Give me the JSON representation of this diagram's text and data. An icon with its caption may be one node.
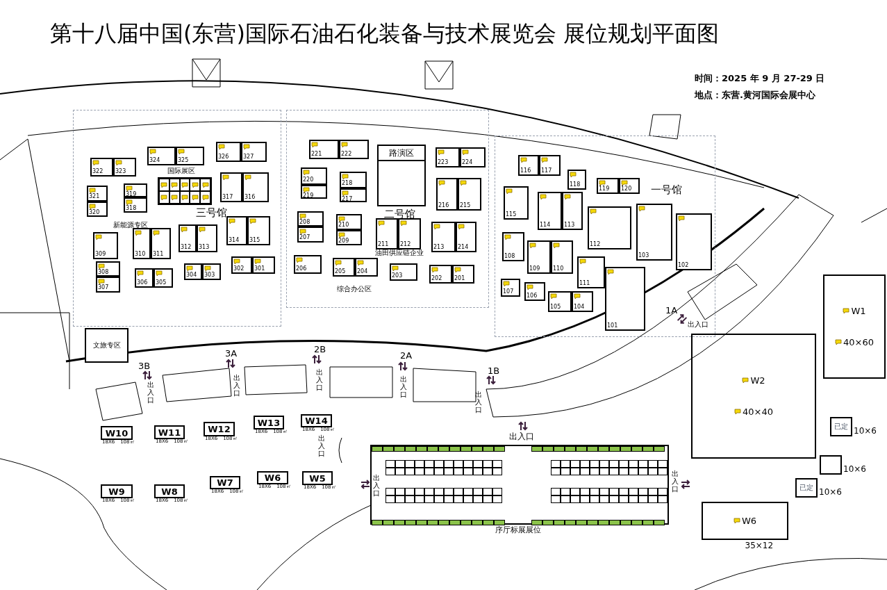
{
  "diagram": {
    "title": "第十八届中国(东营)国际石油石化装备与技术展览会 展位规划平面图",
    "nodes": [
      {
        "text": [
          "三号馆"
        ]
      },
      {
        "text": [
          "国际展区"
        ],
        "in": 0
      },
      {
        "text": [
          "322"
        ],
        "in": 0
      },
      {
        "text": [
          "323"
        ],
        "in": 0
      },
      {
        "text": [
          "324"
        ],
        "in": 0
      },
      {
        "text": [
          "325"
        ],
        "in": 0
      },
      {
        "text": [
          "326"
        ],
        "in": 0
      },
      {
        "text": [
          "327"
        ],
        "in": 0
      },
      {
        "text": [
          "321"
        ],
        "in": 0
      },
      {
        "text": [
          "320"
        ],
        "in": 0
      },
      {
        "text": [
          "319"
        ],
        "in": 0
      },
      {
        "text": [
          "318"
        ],
        "in": 0
      },
      {
        "text": [
          "317"
        ],
        "in": 0
      },
      {
        "text": [
          "316"
        ],
        "in": 0
      },
      {
        "text": [
          "309"
        ],
        "in": 0
      },
      {
        "text": [
          "310"
        ],
        "in": 0
      },
      {
        "text": [
          "311"
        ],
        "in": 0
      },
      {
        "text": [
          "312"
        ],
        "in": 0
      },
      {
        "text": [
          "313"
        ],
        "in": 0
      },
      {
        "text": [
          "314"
        ],
        "in": 0
      },
      {
        "text": [
          "315"
        ],
        "in": 0
      },
      {
        "text": [
          "308"
        ],
        "in": 0
      },
      {
        "text": [
          "307"
        ],
        "in": 0
      },
      {
        "text": [
          "306"
        ],
        "in": 0
      },
      {
        "text": [
          "305"
        ],
        "in": 0
      },
      {
        "text": [
          "304"
        ],
        "in": 0
      },
      {
        "text": [
          "303"
        ],
        "in": 0
      },
      {
        "text": [
          "302"
        ],
        "in": 0
      },
      {
        "text": [
          "301"
        ],
        "in": 0
      },
      {
        "text": [
          "文旅专区"
        ]
      },
      {
        "text": [
          "二号馆"
        ]
      },
      {
        "text": [
          "路演区"
        ],
        "in": 30
      },
      {
        "text": [
          "221"
        ],
        "in": 30
      },
      {
        "text": [
          "222"
        ],
        "in": 30
      },
      {
        "text": [
          "223"
        ],
        "in": 30
      },
      {
        "text": [
          "224"
        ],
        "in": 30
      },
      {
        "text": [
          "220"
        ],
        "in": 30
      },
      {
        "text": [
          "219"
        ],
        "in": 30
      },
      {
        "text": [
          "218"
        ],
        "in": 30
      },
      {
        "text": [
          "217"
        ],
        "in": 30
      },
      {
        "text": [
          "216"
        ],
        "in": 30
      },
      {
        "text": [
          "215"
        ],
        "in": 30
      },
      {
        "text": [
          "208"
        ],
        "in": 30
      },
      {
        "text": [
          "207"
        ],
        "in": 30
      },
      {
        "text": [
          "210"
        ],
        "in": 30
      },
      {
        "text": [
          "209"
        ],
        "in": 30
      },
      {
        "text": [
          "211"
        ],
        "in": 30
      },
      {
        "text": [
          "212"
        ],
        "in": 30
      },
      {
        "text": [
          "213"
        ],
        "in": 30
      },
      {
        "text": [
          "214"
        ],
        "in": 30
      },
      {
        "text": [
          "206"
        ],
        "in": 30
      },
      {
        "text": [
          "205"
        ],
        "in": 30
      },
      {
        "text": [
          "204"
        ],
        "in": 30
      },
      {
        "text": [
          "203"
        ],
        "in": 30
      },
      {
        "text": [
          "202"
        ],
        "in": 30
      },
      {
        "text": [
          "201"
        ],
        "in": 30
      },
      {
        "text": [
          "一号馆"
        ]
      },
      {
        "text": [
          "116"
        ],
        "in": 56
      },
      {
        "text": [
          "117"
        ],
        "in": 56
      },
      {
        "text": [
          "118"
        ],
        "in": 56
      },
      {
        "text": [
          "119"
        ],
        "in": 56
      },
      {
        "text": [
          "120"
        ],
        "in": 56
      },
      {
        "text": [
          "115"
        ],
        "in": 56
      },
      {
        "text": [
          "114"
        ],
        "in": 56
      },
      {
        "text": [
          "113"
        ],
        "in": 56
      },
      {
        "text": [
          "112"
        ],
        "in": 56
      },
      {
        "text": [
          "103"
        ],
        "in": 56
      },
      {
        "text": [
          "102"
        ],
        "in": 56
      },
      {
        "text": [
          "108"
        ],
        "in": 56
      },
      {
        "text": [
          "109"
        ],
        "in": 56
      },
      {
        "text": [
          "110"
        ],
        "in": 56
      },
      {
        "text": [
          "111"
        ],
        "in": 56
      },
      {
        "text": [
          "107"
        ],
        "in": 56
      },
      {
        "text": [
          "106"
        ],
        "in": 56
      },
      {
        "text": [
          "105"
        ],
        "in": 56
      },
      {
        "text": [
          "104"
        ],
        "in": 56
      },
      {
        "text": [
          "101"
        ],
        "in": 56
      },
      {
        "text": [
          "W1",
          "40×60"
        ]
      },
      {
        "text": [
          "W2",
          "40×40"
        ]
      },
      {
        "text": [
          "已定"
        ],
        "beside": [
          "10×6"
        ]
      },
      {
        "text": [],
        "shape": "box",
        "beside": [
          "10×6"
        ]
      },
      {
        "text": [
          "已定"
        ],
        "beside": [
          "10×6"
        ]
      },
      {
        "text": [
          "W6"
        ],
        "beside": [
          "35×12"
        ]
      },
      {
        "text": [
          "W10"
        ],
        "beside": [
          "18X6",
          "108㎡"
        ]
      },
      {
        "text": [
          "W11"
        ],
        "beside": [
          "18X6",
          "108㎡"
        ]
      },
      {
        "text": [
          "W12"
        ],
        "beside": [
          "18X6",
          "108㎡"
        ]
      },
      {
        "text": [
          "W13"
        ],
        "beside": [
          "18X6",
          "108㎡"
        ]
      },
      {
        "text": [
          "W14"
        ],
        "beside": [
          "18X6",
          "108㎡"
        ]
      },
      {
        "text": [
          "W9"
        ],
        "beside": [
          "18X6",
          "108㎡"
        ]
      },
      {
        "text": [
          "W8"
        ],
        "beside": [
          "18X6",
          "108㎡"
        ]
      },
      {
        "text": [
          "W7"
        ],
        "beside": [
          "18X6",
          "108㎡"
        ]
      },
      {
        "text": [
          "W6"
        ],
        "beside": [
          "18X6",
          "108㎡"
        ]
      },
      {
        "text": [
          "W5"
        ],
        "beside": [
          "18X6",
          "108㎡"
        ]
      },
      {
        "text": [
          "序厅标展展位"
        ]
      }
    ],
    "labels": [
      "时间：2025 年 9 月 27-29 日",
      "地点：东营.黄河国际会展中心",
      "新能源专区",
      "油田供应链企业",
      "综合办公区",
      "3B",
      "出入口",
      "3A",
      "出入口",
      "2B",
      "出入口",
      "2A",
      "出入口",
      "1B",
      "出入口",
      "1A",
      "出入口",
      "出入口",
      "出入口",
      "出入口",
      "出入口"
    ]
  }
}
